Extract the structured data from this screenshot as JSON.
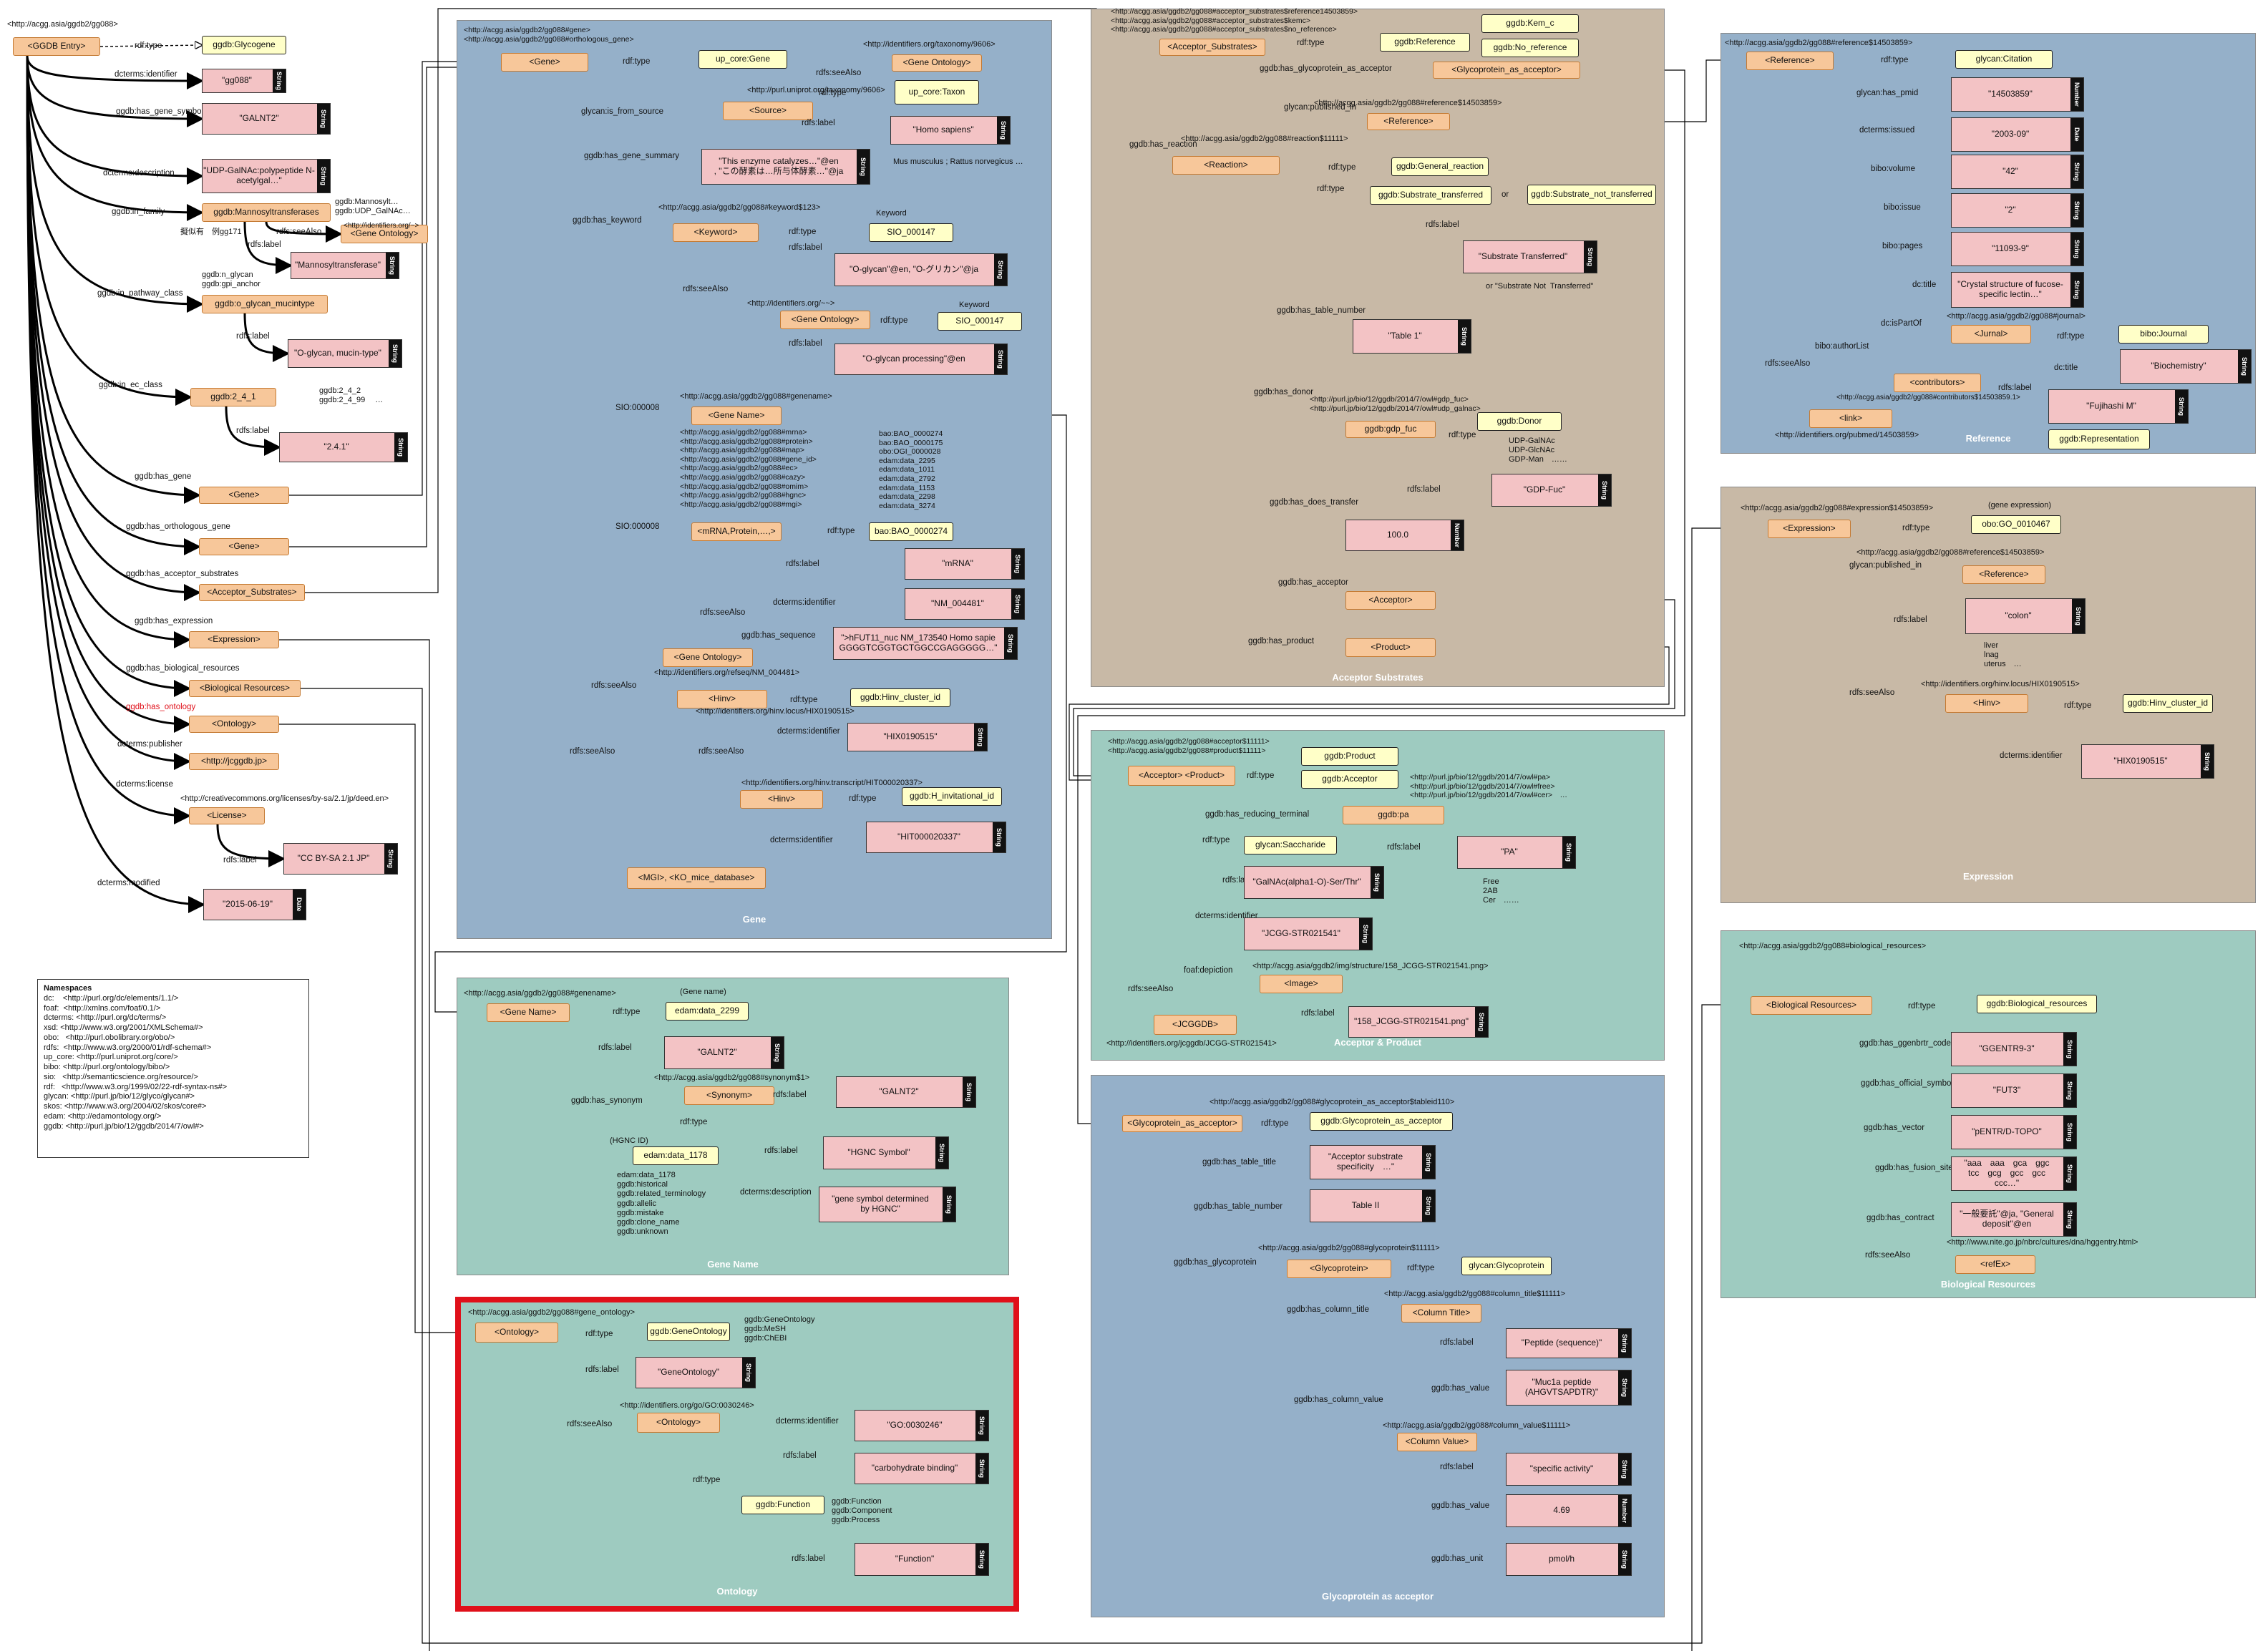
{
  "colors": {
    "blue_panel": "#95b0c9",
    "tan_panel": "#c8b9a6",
    "teal_panel": "#9ecbc0",
    "resource": "#f7c79a",
    "class": "#ffffc8",
    "literal": "#f3c3c5",
    "highlight": "#e0101a"
  },
  "root": {
    "uri": "<http://acgg.asia/ggdb2/gg088>",
    "entry": "<GGDB Entry>",
    "rdf_type": "rdf:type",
    "type_class": "ggdb:Glycogene",
    "p_identifier": "dcterms:identifier",
    "identifier": "\"gg088\"",
    "p_gene_symbol": "ggdb:has_gene_symbol",
    "gene_symbol": "\"GALNT2\"",
    "p_description": "dcterms:description",
    "description": "\"UDP-GalNAc:polypeptide N-acetylgal…\"",
    "p_in_family": "ggdb:in_family",
    "family": "ggdb:Mannosyltransferases",
    "family_alt": "ggdb:Mannosylt…\nggdb:UDP_GalNAc…",
    "fam_seealso": "rdfs:seeAlso",
    "fam_seealso_uri": "<http://identifiers.org/~>",
    "fam_gene_ontology": "<Gene Ontology>",
    "fam_note": "擬似有　例gg171",
    "fam_label_p": "rdfs:label",
    "fam_label": "\"Mannosyltransferase\"",
    "p_pathway": "ggdb:in_pathway_class",
    "pathway_alt": "ggdb:n_glycan\nggdb:gpi_anchor",
    "pathway": "ggdb:o_glycan_mucintype",
    "pathway_label_p": "rdfs:label",
    "pathway_label": "\"O-glycan, mucin-type\"",
    "p_ec": "ggdb:in_ec_class",
    "ec": "ggdb:2_4_1",
    "ec_alt": "ggdb:2_4_2\nggdb:2_4_99　 …",
    "ec_label_p": "rdfs:label",
    "ec_label": "\"2.4.1\"",
    "p_has_gene": "ggdb:has_gene",
    "gene_ref": "<Gene>",
    "p_ortho": "ggdb:has_orthologous_gene",
    "ortho_ref": "<Gene>",
    "p_acceptor": "ggdb:has_acceptor_substrates",
    "acceptor_ref": "<Acceptor_Substrates>",
    "p_expression": "ggdb:has_expression",
    "expression_ref": "<Expression>",
    "p_bio": "ggdb:has_biological_resources",
    "bio_ref": "<Biological Resources>",
    "p_ontology": "ggdb:has_ontology",
    "ontology_ref": "<Ontology>",
    "p_publisher": "dcterms:publisher",
    "publisher": "<http://jcggdb.jp>",
    "p_license": "dcterms:license",
    "license_uri": "<http://creativecommons.org/licenses/by-sa/2.1/jp/deed.en>",
    "license": "<License>",
    "license_label_p": "rdfs:label",
    "license_label": "\"CC BY-SA 2.1 JP\"",
    "p_modified": "dcterms:modified",
    "modified": "\"2015-06-19\""
  },
  "tags": {
    "string": "String",
    "date": "Date",
    "number": "Number"
  },
  "namespaces": {
    "title": "Namespaces",
    "lines": [
      "dc:    <http://purl.org/dc/elements/1.1/>",
      "foaf:  <http://xmlns.com/foaf/0.1/>",
      "dcterms: <http://purl.org/dc/terms/>",
      "xsd: <http://www.w3.org/2001/XMLSchema#>",
      "obo:   <http://purl.obolibrary.org/obo/>",
      "rdfs:  <http://www.w3.org/2000/01/rdf-schema#>",
      "up_core: <http://purl.uniprot.org/core/>",
      "bibo: <http://purl.org/ontology/bibo/>",
      "sio:   <http://semanticscience.org/resource/>",
      "rdf:   <http://www.w3.org/1999/02/22-rdf-syntax-ns#>",
      "glycan: <http://purl.jp/bio/12/glyco/glycan#>",
      "skos: <http://www.w3.org/2004/02/skos/core#>",
      "edam: <http://edamontology.org/>",
      "ggdb: <http://purl.jp/bio/12/ggdb/2014/7/owl#>"
    ]
  },
  "gene": {
    "title": "Gene",
    "uri": "<http://acgg.asia/ggdb2/gg088#gene>\n<http://acgg.asia/ggdb2/gg088#orthologous_gene>",
    "node": "<Gene>",
    "rdf_type": "rdf:type",
    "type": "up_core:Gene",
    "tax_uri": "<http://identifiers.org/taxonomy/9606>",
    "see_also": "rdfs:seeAlso",
    "gene_ontology": "<Gene Ontology>",
    "uniprot_uri": "<http://purl.uniprot.org/taxonomy/9606>",
    "from_source": "glycan:is_from_source",
    "source": "<Source>",
    "source_type": "up_core:Taxon",
    "source_label_p": "rdfs:label",
    "source_label": "\"Homo sapiens\"",
    "source_note": "Mus musculus ; Rattus norvegicus …",
    "summary_p": "ggdb:has_gene_summary",
    "summary": "\"This enzyme catalyzes…\"@en\n, \"この酵素は…所与体酵素…\"@ja",
    "keyword_uri": "<http://acgg.asia/ggdb2/gg088#keyword$123>",
    "keyword_p": "ggdb:has_keyword",
    "keyword": "<Keyword>",
    "kw_class_title": "Keyword",
    "kw_class": "SIO_000147",
    "kw_label_p": "rdfs:label",
    "kw_label": "\"O-glycan\"@en, \"O-グリカン\"@ja",
    "kw_seealso": "rdfs:seeAlso",
    "kw_go_uri": "<http://identifiers.org/~~>",
    "kw_go": "<Gene Ontology>",
    "kw_go_class_title": "Keyword",
    "kw_go_class": "SIO_000147",
    "kw_go_label": "\"O-glycan processing\"@en",
    "genename_uri": "<http://acgg.asia/ggdb2/gg088#genename>",
    "sio8": "SIO:000008",
    "genename": "<Gene Name>",
    "mrna_uris": "<http://acgg.asia/ggdb2/gg088#mrna>\n<http://acgg.asia/ggdb2/gg088#protein>\n<http://acgg.asia/ggdb2/gg088#map>\n<http://acgg.asia/ggdb2/gg088#gene_id>\n<http://acgg.asia/ggdb2/gg088#ec>\n<http://acgg.asia/ggdb2/gg088#cazy>\n<http://acgg.asia/ggdb2/gg088#omim>\n<http://acgg.asia/ggdb2/gg088#hgnc>\n<http://acgg.asia/ggdb2/gg088#mgi>",
    "bao_list": "bao:BAO_0000274\nbao:BAO_0000175\nobo:OGI_0000028\nedam:data_2295\nedam:data_1011\nedam:data_2792\nedam:data_1153\nedam:data_2298\nedam:data_3274",
    "sio8b": "SIO:000008",
    "mrna": "<mRNA,Protein,…,>",
    "mrna_class": "bao:BAO_0000274",
    "mrna_label_p": "rdfs:label",
    "mrna_label": "\"mRNA\"",
    "mrna_id_p": "dcterms:identifier",
    "mrna_id": "\"NM_004481\"",
    "seq_p": "ggdb:has_sequence",
    "seq": "\">hFUT11_nuc NM_173540 Homo sapie\nGGGGTCGGTGCTGGCCGAGGGGG…\"",
    "mrna_seealso": "rdfs:seeAlso",
    "mrna_go": "<Gene Ontology>",
    "refseq_uri": "<http://identifiers.org/refseq/NM_004481>",
    "hinv_seealso": "rdfs:seeAlso",
    "hinv": "<Hinv>",
    "hinv_class": "ggdb:Hinv_cluster_id",
    "hinv_uri": "<http://identifiers.org/hinv.locus/HIX0190515>",
    "hinv_id_p": "dcterms:identifier",
    "hinv_id": "\"HIX0190515\"",
    "hinv2_seealso": "rdfs:seeAlso",
    "hinv2_uri": "<http://identifiers.org/hinv.transcript/HIT000020337>",
    "hinv2": "<Hinv>",
    "hinv2_class": "ggdb:H_invitational_id",
    "hinv2_id_p": "dcterms:identifier",
    "hinv2_id": "\"HIT000020337\"",
    "mgi_seealso": "rdfs:seeAlso",
    "mgi": "<MGI>, <KO_mice_database>"
  },
  "acceptor_sub": {
    "title": "Acceptor Substrates",
    "uris": "<http://acgg.asia/ggdb2/gg088#acceptor_substrates$reference14503859>\n<http://acgg.asia/ggdb2/gg088#acceptor_substrates$kemc>\n<http://acgg.asia/ggdb2/gg088#acceptor_substrates$no_reference>",
    "kemc": "ggdb:Kem_c",
    "no_ref": "ggdb:No_reference",
    "node": "<Acceptor_Substrates>",
    "type": "ggdb:Reference",
    "gaa_p": "ggdb:has_glycoprotein_as_acceptor",
    "gaa": "<Glycoprotein_as_acceptor>",
    "pub_p": "glycan:published_in",
    "ref_uri": "<http://acgg.asia/ggdb2/gg088#reference$14503859>",
    "ref": "<Reference>",
    "reaction_p": "ggdb:has_reaction",
    "reaction_uri": "<http://acgg.asia/ggdb2/gg088#reaction$11111>",
    "reaction": "<Reaction>",
    "general": "ggdb:General_reaction",
    "transferred": "ggdb:Substrate_transferred",
    "or": "or",
    "not_transferred": "ggdb:Substrate_not_transferred",
    "st_label": "\"Substrate Transferred\"",
    "st_note": "or \"Substrate Not  Transferred\"",
    "table_p": "ggdb:has_table_number",
    "table": "\"Table 1\"",
    "donor_p": "ggdb:has_donor",
    "donor_uris": "<http://purl.jp/bio/12/ggdb/2014/7/owl#gdp_fuc>\n<http://purl.jp/bio/12/ggdb/2014/7/owl#udp_galnac>",
    "donor": "ggdb:gdp_fuc",
    "donor_class": "ggdb:Donor",
    "donor_alt": "UDP-GalNAc\nUDP-GlcNAc\nGDP-Man　……",
    "donor_label": "\"GDP-Fuc\"",
    "does_p": "ggdb:has_does_transfer",
    "does": "100.0",
    "acceptor_p": "ggdb:has_acceptor",
    "acceptor": "<Acceptor>",
    "product_p": "ggdb:has_product",
    "product": "<Product>"
  },
  "acc_prod": {
    "title": "Acceptor  & Product",
    "uris": "<http://acgg.asia/ggdb2/gg088#acceptor$11111>\n<http://acgg.asia/ggdb2/gg088#product$11111>",
    "node": "<Acceptor> <Product>",
    "type_product": "ggdb:Product",
    "type_acceptor": "ggdb:Acceptor",
    "term_uris": "<http://purl.jp/bio/12/ggdb/2014/7/owl#pa>\n<http://purl.jp/bio/12/ggdb/2014/7/owl#free>\n<http://purl.jp/bio/12/ggdb/2014/7/owl#cer>　…",
    "term_p": "ggdb:has_reducing_terminal",
    "term": "ggdb:pa",
    "term_label": "\"PA\"",
    "term_alt": "Free\n2AB\nCer　……",
    "sacch": "glycan:Saccharide",
    "label": "\"GalNAc(alpha1-O)-Ser/Thr\"",
    "id": "\"JCGG-STR021541\"",
    "img_uri": "<http://acgg.asia/ggdb2/img/structure/158_JCGG-STR021541.png>",
    "depiction": "foaf:depiction",
    "image": "<Image>",
    "image_label": "\"158_JCGG-STR021541.png\"",
    "jcggdb": "<JCGGDB>",
    "jcggdb_uri": "<http://identifiers.org/jcggdb/JCGG-STR021541>"
  },
  "gaa": {
    "title": "Glycoprotein as acceptor",
    "uri": "<http://acgg.asia/ggdb2/gg088#glycoprotein_as_acceptor$tableid110>",
    "node": "<Glycoprotein_as_acceptor>",
    "type": "ggdb:Glycoprotein_as_acceptor",
    "title_p": "ggdb:has_table_title",
    "tt": "\"Acceptor substrate\nspecificity　…\"",
    "tn_p": "ggdb:has_table_number",
    "tn": "Table  II",
    "gp_uri": "<http://acgg.asia/ggdb2/gg088#glycoprotein$11111>",
    "gp_p": "ggdb:has_glycoprotein",
    "gp": "<Glycoprotein>",
    "gp_type": "glycan:Glycoprotein",
    "ct_uri": "<http://acgg.asia/ggdb2/gg088#column_title$11111>",
    "ct_p": "ggdb:has_column_title",
    "ct": "<Column Title>",
    "ct_label": "\"Peptide (sequence)\"",
    "ct_value": "\"Muc1a peptide\n(AHGVTSAPDTR)\"",
    "cv_uri": "<http://acgg.asia/ggdb2/gg088#column_value$11111>",
    "cv_p": "ggdb:has_column_value",
    "cv": "<Column Value>",
    "cv_label": "\"specific activity\"",
    "cv_value": "4.69",
    "unit_p": "ggdb:has_unit",
    "unit": "pmol/h",
    "value_p": "ggdb:has_value"
  },
  "genename": {
    "title": "Gene Name",
    "uri": "<http://acgg.asia/ggdb2/gg088#genename>",
    "node": "<Gene Name>",
    "class_title": "(Gene name)",
    "class": "edam:data_2299",
    "label": "\"GALNT2\"",
    "syn_uri": "<http://acgg.asia/ggdb2/gg088#synonym$1>",
    "syn_p": "ggdb:has_synonym",
    "syn": "<Synonym>",
    "syn_label": "\"GALNT2\"",
    "hgnc_title": "(HGNC ID)",
    "hgnc": "edam:data_1178",
    "hgnc_label": "\"HGNC Symbol\"",
    "hgnc_desc_p": "dcterms:description",
    "hgnc_desc": "\"gene symbol determined\nby HGNC\"",
    "alt": "edam:data_1178\nggdb:historical\nggdb:related_terminology\nggdb:allelic\nggdb:mistake\nggdb:clone_name\nggdb:unknown"
  },
  "ontology": {
    "title": "Ontology",
    "uri": "<http://acgg.asia/ggdb2/gg088#gene_ontology>",
    "node": "<Ontology>",
    "class": "ggdb:GeneOntology",
    "class_alt": "ggdb:GeneOntology\nggdb:MeSH\nggdb:ChEBI",
    "label": "\"GeneOntology\"",
    "go_uri": "<http://identifiers.org/go/GO:0030246>",
    "child": "<Ontology>",
    "go_id": "\"GO:0030246\"",
    "go_label": "\"carbohydrate binding\"",
    "func": "ggdb:Function",
    "func_alt": "ggdb:Function\nggdb:Component\nggdb:Process",
    "func_label": "\"Function\""
  },
  "reference": {
    "title": "Reference",
    "uri": "<http://acgg.asia/ggdb2/gg088#reference$14503859>",
    "node": "<Reference>",
    "type": "glycan:Citation",
    "pmid_p": "glycan:has_pmid",
    "pmid": "\"14503859\"",
    "issued_p": "dcterms:issued",
    "issued": "\"2003-09\"",
    "volume_p": "bibo:volume",
    "volume": "\"42\"",
    "issue_p": "bibo:issue",
    "issue": "\"2\"",
    "pages_p": "bibo:pages",
    "pages": "\"11093-9\"",
    "title_p": "dc:title",
    "title_v": "\"Crystal structure of fucose-\nspecific lectin…\"",
    "part_p": "dc:isPartOf",
    "journal_uri": "<http://acgg.asia/ggdb2/gg088#journal>",
    "journal": "<Jurnal>",
    "journal_type": "bibo:Journal",
    "jtitle": "\"Biochemistry\"",
    "author_p": "bibo:authorList",
    "contrib": "<contributors>",
    "contrib_uri": "<http://acgg.asia/ggdb2/gg088#contributors$14503859.1>",
    "contrib_label": "\"Fujihashi M\"",
    "contrib_type": "ggdb:Representation",
    "link": "<link>",
    "link_uri": "<http://identifiers.org/pubmed/14503859>"
  },
  "expression": {
    "title": "Expression",
    "uri": "<http://acgg.asia/ggdb2/gg088#expression$14503859>",
    "node": "<Expression>",
    "class_title": "(gene expression)",
    "class": "obo:GO_0010467",
    "pub_p": "glycan:published_in",
    "ref_uri": "<http://acgg.asia/ggdb2/gg088#reference$14503859>",
    "ref": "<Reference>",
    "label": "\"colon\"",
    "alt": "liver\nlnag\nuterus　…",
    "hinv_uri": "<http://identifiers.org/hinv.locus/HIX0190515>",
    "hinv": "<Hinv>",
    "hinv_class": "ggdb:Hinv_cluster_id",
    "hinv_id": "\"HIX0190515\""
  },
  "bio": {
    "title": "Biological Resources",
    "uri": "<http://acgg.asia/ggdb2/gg088#biological_resources>",
    "node": "<Biological Resources>",
    "type": "ggdb:Biological_resources",
    "clone_p": "ggdb:has_ggenbrtr_code",
    "clone": "\"GGENTR9-3\"",
    "sym_p": "ggdb:has_official_symbol",
    "sym": "\"FUT3\"",
    "vec_p": "ggdb:has_vector",
    "vec": "\"pENTR/D-TOPO\"",
    "fus_p": "ggdb:has_fusion_site",
    "fus": "\"aaa　aaa　gca　ggc\ntcc　gcg　gcc　gcc\nccc…\"",
    "con_p": "ggdb:has_contract",
    "con": "\"一般要託\"@ja, \"General\ndeposit\"@en",
    "nite_uri": "<http://www.nite.go.jp/nbrc/cultures/dna/hggentry.html>",
    "ref_ex": "<refEx>"
  }
}
